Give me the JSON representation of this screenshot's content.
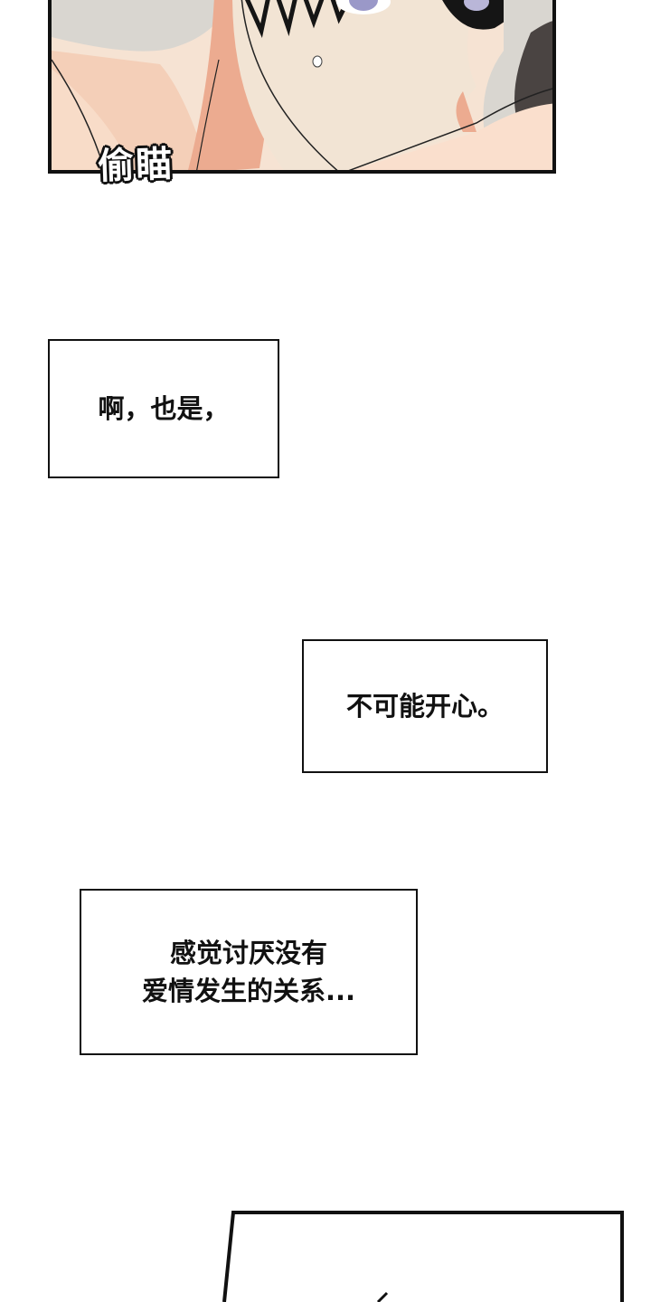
{
  "comic": {
    "top_panel": {
      "description": "close-up of dark-haired character peeking, blushing skin tones",
      "colors": {
        "skin_light": "#f3e2d2",
        "skin_shadow": "#e9a488",
        "bg_gray": "#d9d6d0",
        "hair": "#151515",
        "eye": "#9a98c8",
        "border": "#111111"
      }
    },
    "sfx": {
      "text": "偷瞄"
    },
    "bubbles": [
      {
        "text": "啊，也是，"
      },
      {
        "text": "不可能开心。"
      },
      {
        "text": "感觉讨厌没有\n爱情发生的关系..."
      }
    ],
    "next_panel": {
      "partial": true
    }
  }
}
